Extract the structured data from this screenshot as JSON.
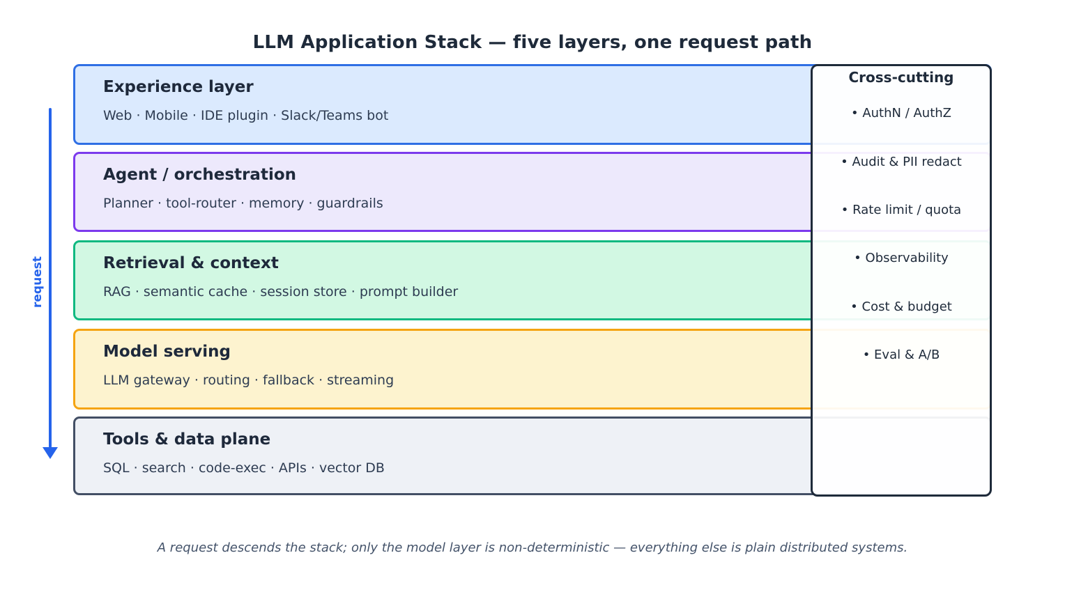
{
  "title": "LLM Application Stack — five layers, one request path",
  "request_label": "request",
  "layers": [
    {
      "title": "Experience layer",
      "subtitle": "Web · Mobile · IDE plugin · Slack/Teams bot",
      "border": "#2f6fe4",
      "bg": "#dbeafe"
    },
    {
      "title": "Agent / orchestration",
      "subtitle": "Planner · tool-router · memory · guardrails",
      "border": "#7c3aed",
      "bg": "#ede9fc"
    },
    {
      "title": "Retrieval & context",
      "subtitle": "RAG · semantic cache · session store · prompt builder",
      "border": "#10b981",
      "bg": "#d2f8e3"
    },
    {
      "title": "Model serving",
      "subtitle": "LLM gateway · routing · fallback · streaming",
      "border": "#f5a412",
      "bg": "#fdf3cf"
    },
    {
      "title": "Tools & data plane",
      "subtitle": "SQL · search · code-exec · APIs · vector DB",
      "border": "#434f65",
      "bg": "#eef1f6"
    }
  ],
  "crosscutting": {
    "title": "Cross-cutting",
    "bullet": "•",
    "items": [
      "AuthN / AuthZ",
      "Audit & PII redact",
      "Rate limit / quota",
      "Observability",
      "Cost & budget",
      "Eval & A/B"
    ]
  },
  "footer": "A request descends the stack; only the model layer is non-deterministic — everything else is plain distributed systems.",
  "colors": {
    "accent_blue": "#2563eb",
    "panel_border": "#1e2a3a",
    "heading_text": "#1e293b",
    "body_text": "#2e3c52",
    "footer_text": "#44536a"
  }
}
